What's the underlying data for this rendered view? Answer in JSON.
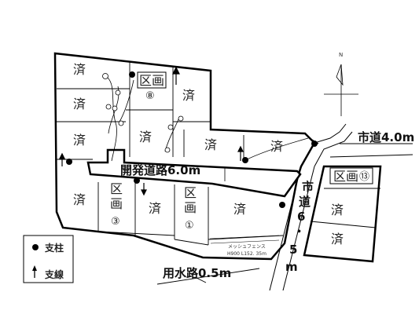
{
  "lots": {
    "sold_label": "済",
    "section_label": "区画",
    "section_8_num": "⑧",
    "section_3_num": "③",
    "section_1_num": "①",
    "section_13_num": "⑬"
  },
  "roads": {
    "dev_road": "開発道路6.0m",
    "city_road_4": "市道4.0m",
    "city_road_65_chars": [
      "市",
      "道",
      "6",
      "・",
      "5",
      "m"
    ],
    "water_channel": "用水路0.5m",
    "fence_line1": "メッシュフェンス",
    "fence_line2": "H900 L152. 35m"
  },
  "compass": {
    "north_label": "N"
  },
  "legend": {
    "pole_label": "支柱",
    "stay_wire_label": "支線"
  },
  "colors": {
    "line": "#000000",
    "background": "#ffffff"
  }
}
